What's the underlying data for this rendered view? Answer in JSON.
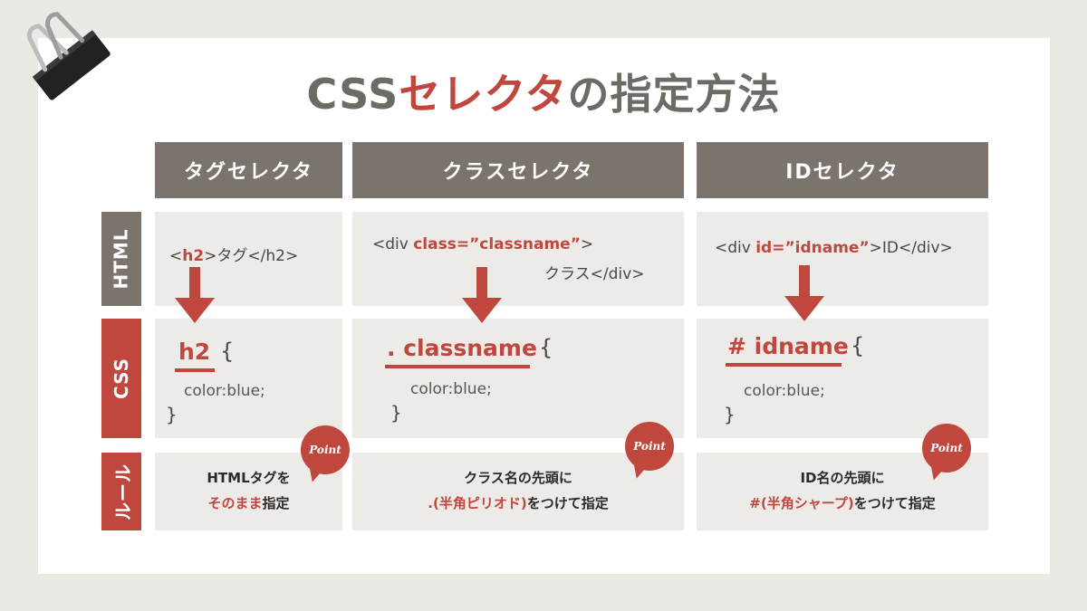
{
  "title": {
    "prefix": "CSS",
    "accent": "セレクタ",
    "suffix": "の指定方法"
  },
  "columns": [
    "タグセレクタ",
    "クラスセレクタ",
    "IDセレクタ"
  ],
  "rows": {
    "html": "HTML",
    "css": "CSS",
    "rule": "ルール"
  },
  "tag": {
    "html_pre": "<",
    "html_key": "h2",
    "html_post": ">タグ</h2>",
    "selector": "h2",
    "brace_open": "{",
    "body": "color:blue;",
    "brace_close": "}",
    "rule_line1": "HTMLタグを",
    "rule_red": "そのまま",
    "rule_line2_rest": "指定"
  },
  "class": {
    "html_pre": "<div ",
    "html_key": "class=”classname”",
    "html_post": ">",
    "html_line2": "クラス</div>",
    "selector": ". classname",
    "brace_open": "{",
    "body": "color:blue;",
    "brace_close": "}",
    "rule_line1": "クラス名の先頭に",
    "rule_red": ".(半角ピリオド)",
    "rule_line2_rest": "をつけて指定"
  },
  "id": {
    "html_pre": "<div ",
    "html_key": "id=”idname”",
    "html_post": ">ID</div>",
    "selector": "# idname",
    "brace_open": "{",
    "body": "color:blue;",
    "brace_close": "}",
    "rule_line1": "ID名の先頭に",
    "rule_red": "#(半角シャープ)",
    "rule_line2_rest": "をつけて指定"
  },
  "point_label": "Point",
  "colors": {
    "accent": "#c0473e",
    "header_gray": "#7a746d",
    "cell_bg": "#ecebe7",
    "page_bg": "#ebe9e4"
  },
  "icons": [
    "binder-clip-icon",
    "arrow-down-icon",
    "point-bubble-icon"
  ]
}
